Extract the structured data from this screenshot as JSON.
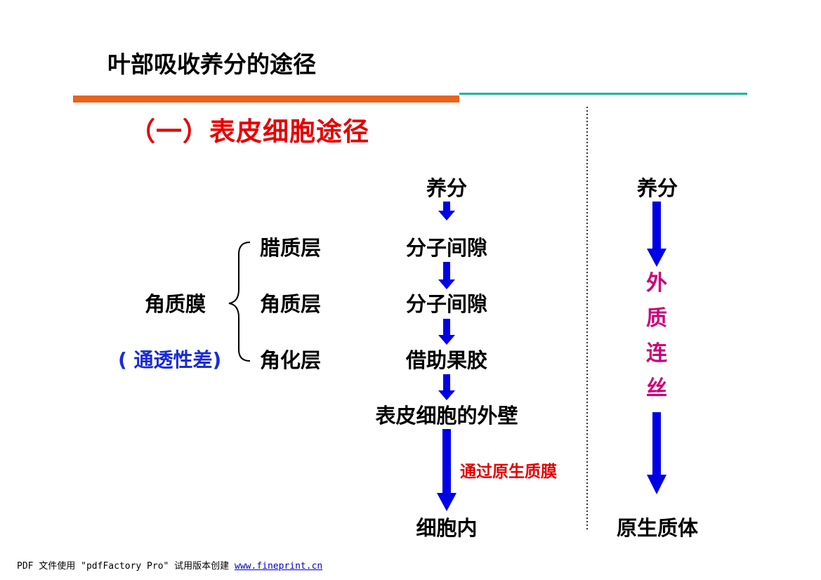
{
  "page": {
    "title": "叶部吸收养分的途径",
    "subtitle": "（一）表皮细胞途径"
  },
  "colors": {
    "title_bar_orange": "#e8641e",
    "title_bar_teal": "#1ab6a0",
    "subtitle_red": "#e60000",
    "arrow_blue": "#0000e6",
    "note_red": "#e60000",
    "label_blue": "#1a2bd8",
    "magenta": "#cc0077"
  },
  "left": {
    "group_label": "角质膜",
    "note": "( 通透性差)",
    "layers": [
      "腊质层",
      "角质层",
      "角化层"
    ]
  },
  "path1": {
    "steps": [
      "养分",
      "分子间隙",
      "分子间隙",
      "借助果胶",
      "表皮细胞的外壁",
      "细胞内"
    ],
    "arrow_note": "通过原生质膜"
  },
  "path2": {
    "top": "养分",
    "vertical_label": [
      "外",
      "质",
      "连",
      "丝"
    ],
    "bottom": "原生质体"
  },
  "footer": {
    "text": "PDF 文件使用 \"pdfFactory Pro\" 试用版本创建",
    "link": "www.fineprint.cn"
  }
}
